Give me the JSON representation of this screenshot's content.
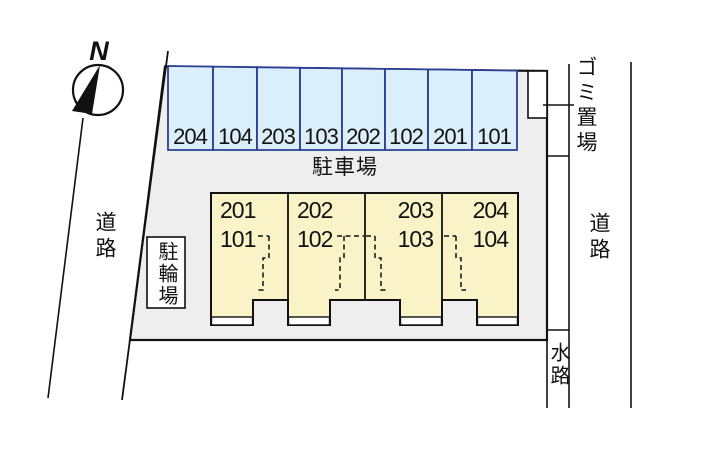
{
  "compass": {
    "north_label": "N"
  },
  "roads": {
    "left_label": "道路",
    "right_label": "道路"
  },
  "waterway_label": "水路",
  "garbage_area_label": "ゴミ置場",
  "bicycle_parking_label": "駐輪場",
  "parking_lot": {
    "label": "駐車場",
    "stalls": [
      "204",
      "104",
      "203",
      "103",
      "202",
      "102",
      "201",
      "101"
    ]
  },
  "building": {
    "units": [
      {
        "upper": "201",
        "lower": "101"
      },
      {
        "upper": "202",
        "lower": "102"
      },
      {
        "upper": "203",
        "lower": "103"
      },
      {
        "upper": "204",
        "lower": "104"
      }
    ]
  },
  "colors": {
    "site_fill": "#eeeeee",
    "stall_fill": "#daeffb",
    "stall_border": "#2c3e93",
    "building_fill": "#faf3c8",
    "line": "#111111"
  }
}
